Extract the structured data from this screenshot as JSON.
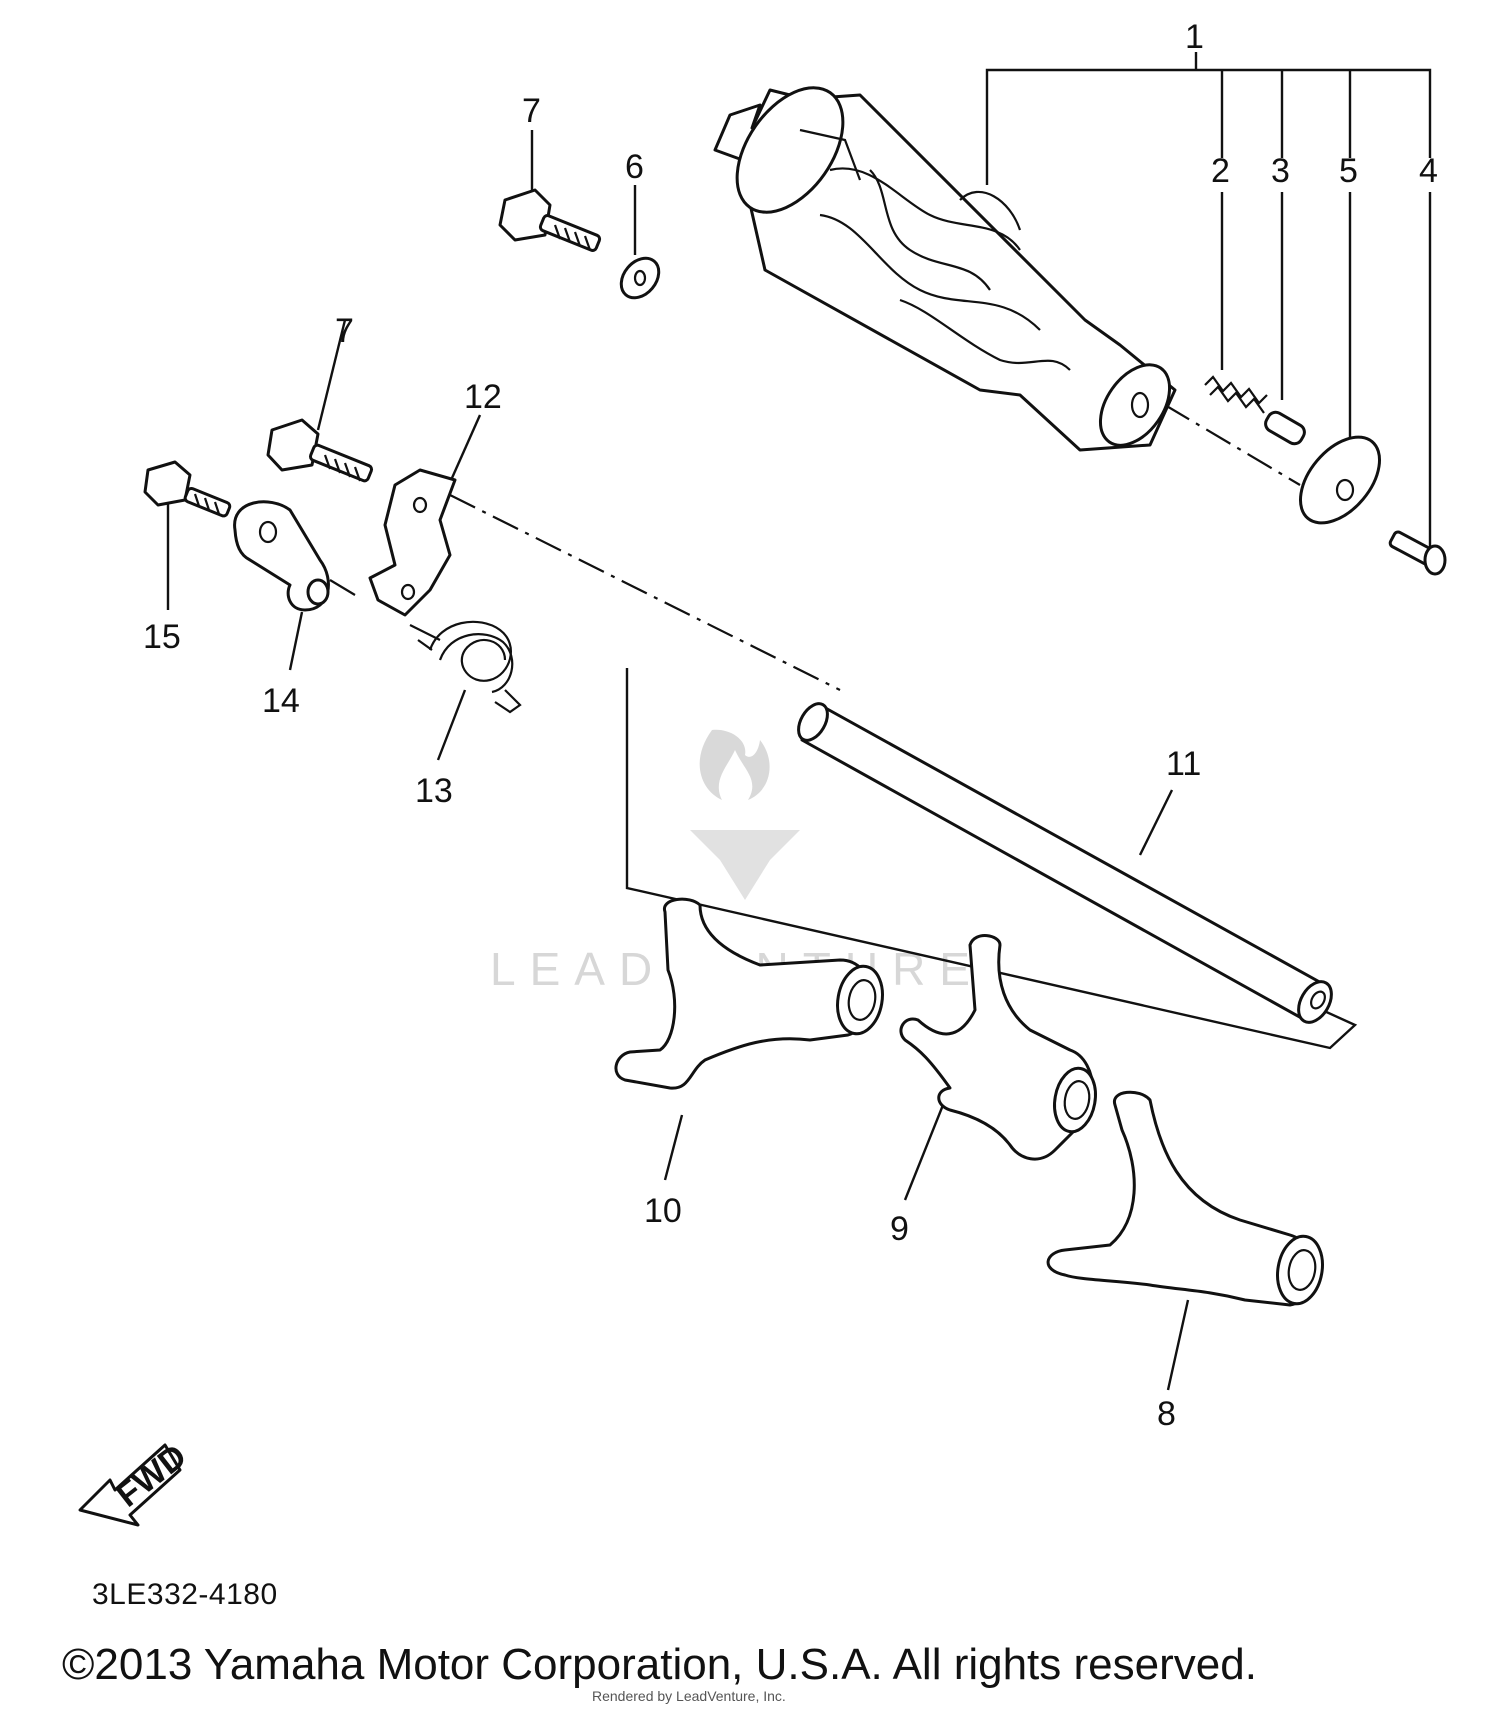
{
  "diagram": {
    "callouts": [
      "1",
      "2",
      "3",
      "5",
      "4",
      "7",
      "6",
      "7",
      "12",
      "15",
      "14",
      "13",
      "11",
      "10",
      "9",
      "8"
    ],
    "fwd_label": "FWD",
    "part_code": "3LE332-4180",
    "watermark": "LEADVENTURE",
    "copyright": "©2013 Yamaha Motor Corporation, U.S.A. All rights reserved.",
    "rendered_by": "Rendered by LeadVenture, Inc."
  }
}
